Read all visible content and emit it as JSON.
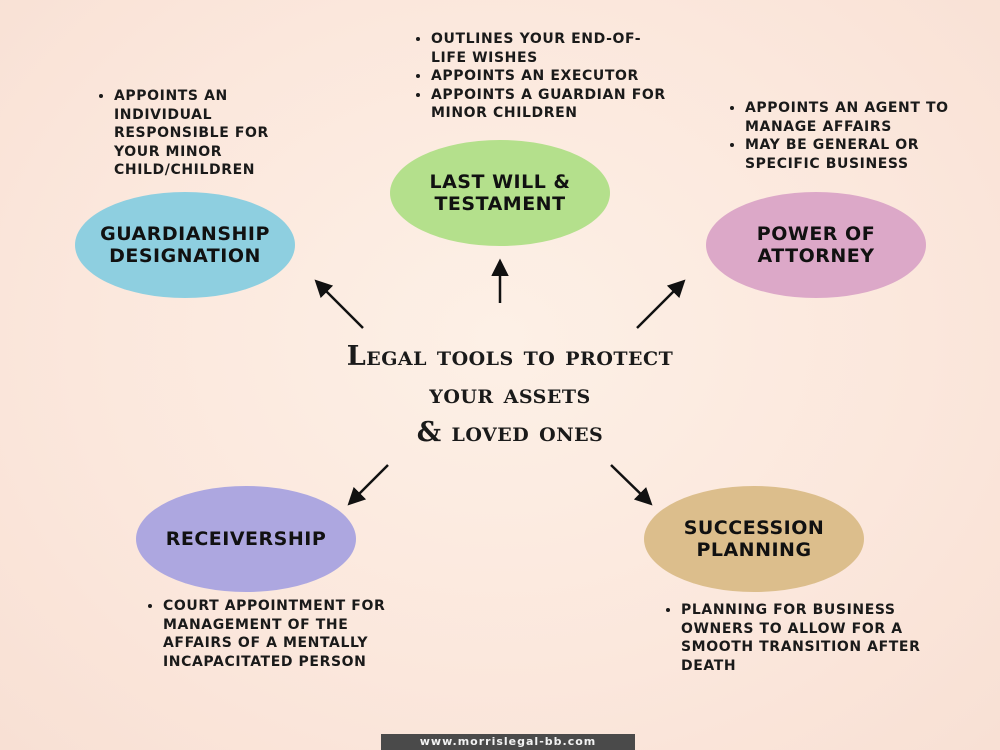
{
  "center_title": {
    "line1": "Legal tools to protect",
    "line2": "your assets",
    "line3": "& loved ones"
  },
  "nodes": {
    "guardianship": {
      "label": "GUARDIANSHIP\nDESIGNATION",
      "color": "#8ecfe0",
      "bullets": [
        "APPOINTS AN INDIVIDUAL RESPONSIBLE FOR YOUR MINOR CHILD/CHILDREN"
      ]
    },
    "will": {
      "label": "LAST WILL &\nTESTAMENT",
      "color": "#b4e08c",
      "bullets": [
        "OUTLINES YOUR END-OF-LIFE WISHES",
        "APPOINTS AN EXECUTOR",
        "APPOINTS A GUARDIAN FOR MINOR CHILDREN"
      ]
    },
    "power": {
      "label": "POWER OF\nATTORNEY",
      "color": "#dca8c8",
      "bullets": [
        "APPOINTS AN AGENT TO MANAGE AFFAIRS",
        "MAY BE GENERAL OR SPECIFIC BUSINESS"
      ]
    },
    "receivership": {
      "label": "RECEIVERSHIP",
      "color": "#ada7e0",
      "bullets": [
        "COURT APPOINTMENT FOR MANAGEMENT OF THE AFFAIRS OF A MENTALLY INCAPACITATED PERSON"
      ]
    },
    "succession": {
      "label": "SUCCESSION\nPLANNING",
      "color": "#dcbe8c",
      "bullets": [
        "PLANNING FOR BUSINESS OWNERS TO ALLOW FOR A SMOOTH TRANSITION AFTER DEATH"
      ]
    }
  },
  "footer": {
    "url": "www.morrislegal-bb.com"
  }
}
